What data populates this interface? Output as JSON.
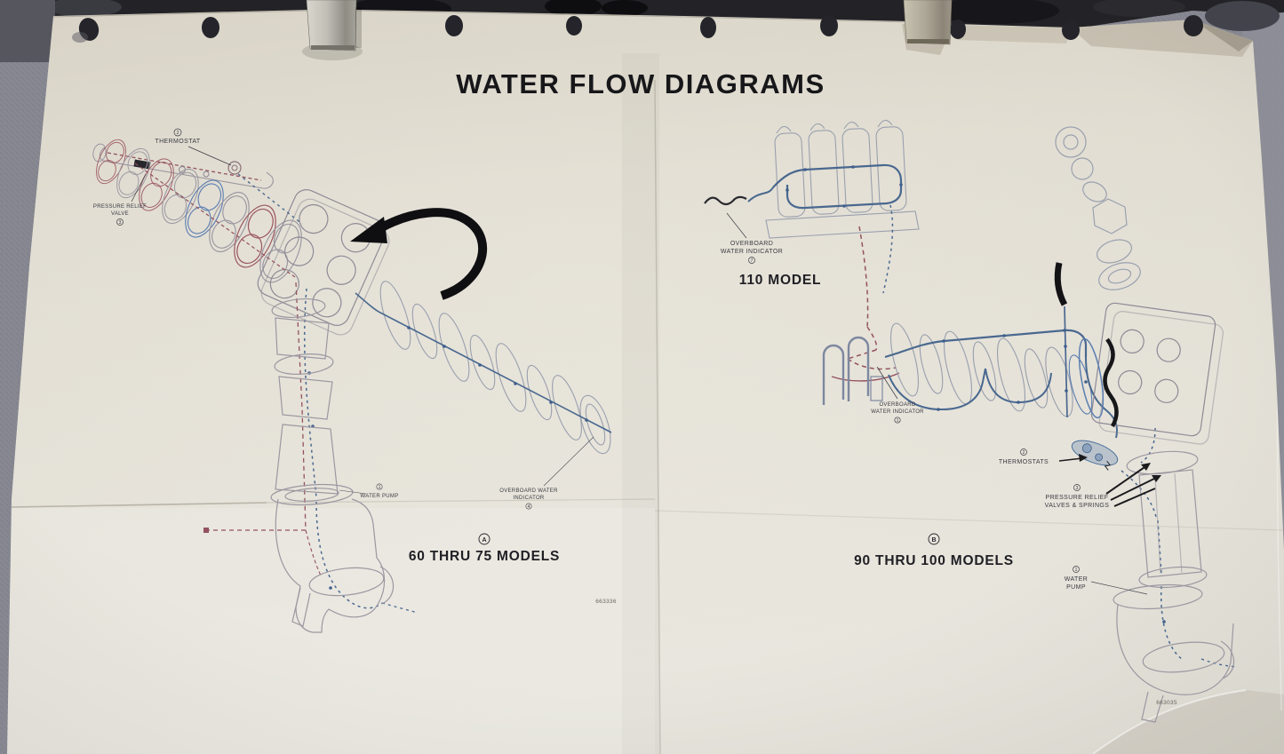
{
  "photo": {
    "title": "WATER FLOW DIAGRAMS",
    "colors": {
      "paper": "#e5e1d6",
      "background": "#86878f",
      "ink_black": "#1b1b1e",
      "flow_blue": "#49688f",
      "flow_red": "#93525e",
      "part_line_gray": "#9b97a1"
    }
  },
  "diagram_a": {
    "badge": "A",
    "caption": "60 THRU 75 MODELS",
    "part_number": "663336",
    "labels": {
      "thermostat": {
        "callout": "2",
        "text": "THERMOSTAT"
      },
      "pressure_relief_valve": {
        "callout": "3",
        "line1": "PRESSURE RELIEF",
        "line2": "VALVE"
      },
      "water_pump": {
        "callout": "1",
        "text": "WATER PUMP"
      },
      "overboard_water_indicator": {
        "callout": "4",
        "line1": "OVERBOARD WATER",
        "line2": "INDICATOR"
      }
    }
  },
  "diagram_110": {
    "caption": "110 MODEL",
    "labels": {
      "overboard_water_indicator": {
        "callout": "7",
        "line1": "OVERBOARD",
        "line2": "WATER INDICATOR"
      }
    }
  },
  "diagram_b": {
    "badge": "B",
    "caption": "90 THRU 100 MODELS",
    "part_number": "663035",
    "labels": {
      "overboard_water_indicator": {
        "callout": "1",
        "line1": "OVERBOARD",
        "line2": "WATER INDICATOR"
      },
      "thermostats": {
        "callout": "2",
        "text": "THERMOSTATS"
      },
      "pressure_relief_valves": {
        "callout": "3",
        "line1": "PRESSURE RELIEF",
        "line2": "VALVES & SPRINGS"
      },
      "water_pump": {
        "callout": "1",
        "line1": "WATER",
        "line2": "PUMP"
      }
    }
  }
}
